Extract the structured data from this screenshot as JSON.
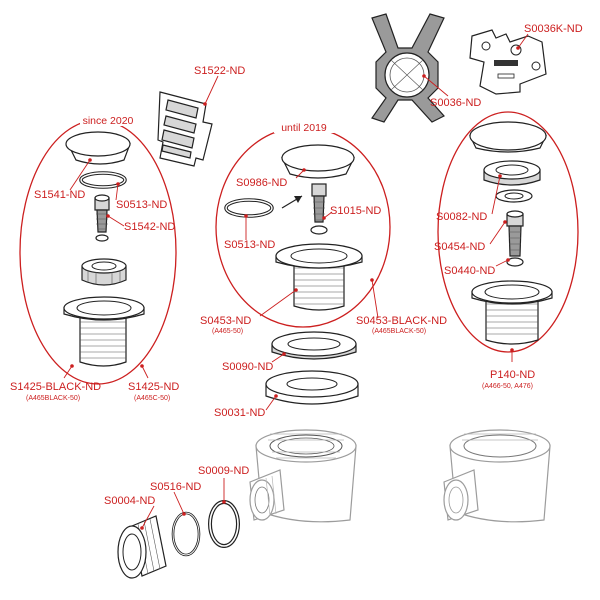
{
  "diagram": {
    "accent_color": "#cc1f1f",
    "groups": [
      {
        "key": "g2020",
        "label": "since 2020"
      },
      {
        "key": "g2019",
        "label": "until 2019"
      }
    ],
    "labels": [
      {
        "key": "S1522",
        "text": "S1522-ND"
      },
      {
        "key": "S0036K",
        "text": "S0036K-ND"
      },
      {
        "key": "S0036",
        "text": "S0036-ND"
      },
      {
        "key": "S1541",
        "text": "S1541-ND"
      },
      {
        "key": "S0513a",
        "text": "S0513-ND"
      },
      {
        "key": "S1542",
        "text": "S1542-ND"
      },
      {
        "key": "S0986",
        "text": "S0986-ND"
      },
      {
        "key": "S1015",
        "text": "S1015-ND"
      },
      {
        "key": "S0513b",
        "text": "S0513-ND"
      },
      {
        "key": "S0082",
        "text": "S0082-ND"
      },
      {
        "key": "S0454",
        "text": "S0454-ND"
      },
      {
        "key": "S0440",
        "text": "S0440-ND"
      },
      {
        "key": "S0453",
        "text": "S0453-ND"
      },
      {
        "key": "S0453B",
        "text": "S0453-BLACK-ND"
      },
      {
        "key": "P140",
        "text": "P140-ND"
      },
      {
        "key": "S1425B",
        "text": "S1425-BLACK-ND"
      },
      {
        "key": "S1425",
        "text": "S1425-ND"
      },
      {
        "key": "S0090",
        "text": "S0090-ND"
      },
      {
        "key": "S0031",
        "text": "S0031-ND"
      },
      {
        "key": "S0009",
        "text": "S0009-ND"
      },
      {
        "key": "S0516",
        "text": "S0516-ND"
      },
      {
        "key": "S0004",
        "text": "S0004-ND"
      }
    ],
    "sublabels": [
      {
        "key": "S0453",
        "text": "(A465-50)"
      },
      {
        "key": "S0453B",
        "text": "(A465BLACK-50)"
      },
      {
        "key": "P140",
        "text": "(A466-50, A476)"
      },
      {
        "key": "S1425B",
        "text": "(A465BLACK-50)"
      },
      {
        "key": "S1425",
        "text": "(A465C-50)"
      }
    ]
  }
}
